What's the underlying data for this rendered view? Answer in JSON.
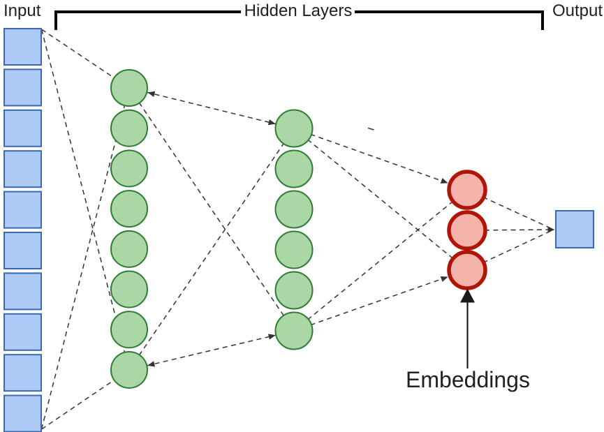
{
  "diagram": {
    "input_label": "Input",
    "hidden_label": "Hidden Layers",
    "output_label": "Output",
    "embeddings_label": "Embeddings",
    "layers": {
      "input_count": 10,
      "hidden1_count": 8,
      "hidden2_count": 6,
      "embeddings_count": 3,
      "output_count": 1
    },
    "colors": {
      "input_fill": "#AECBF7",
      "input_border": "#3968B5",
      "hidden_fill": "#ABD6A5",
      "hidden_border": "#2E7D33",
      "embeddings_fill": "#F3B2AA",
      "embeddings_border": "#B01508",
      "connection": "#333333",
      "bracket": "#000000",
      "annotation_arrow": "#1A1A1A",
      "label_text": "#212121"
    }
  }
}
